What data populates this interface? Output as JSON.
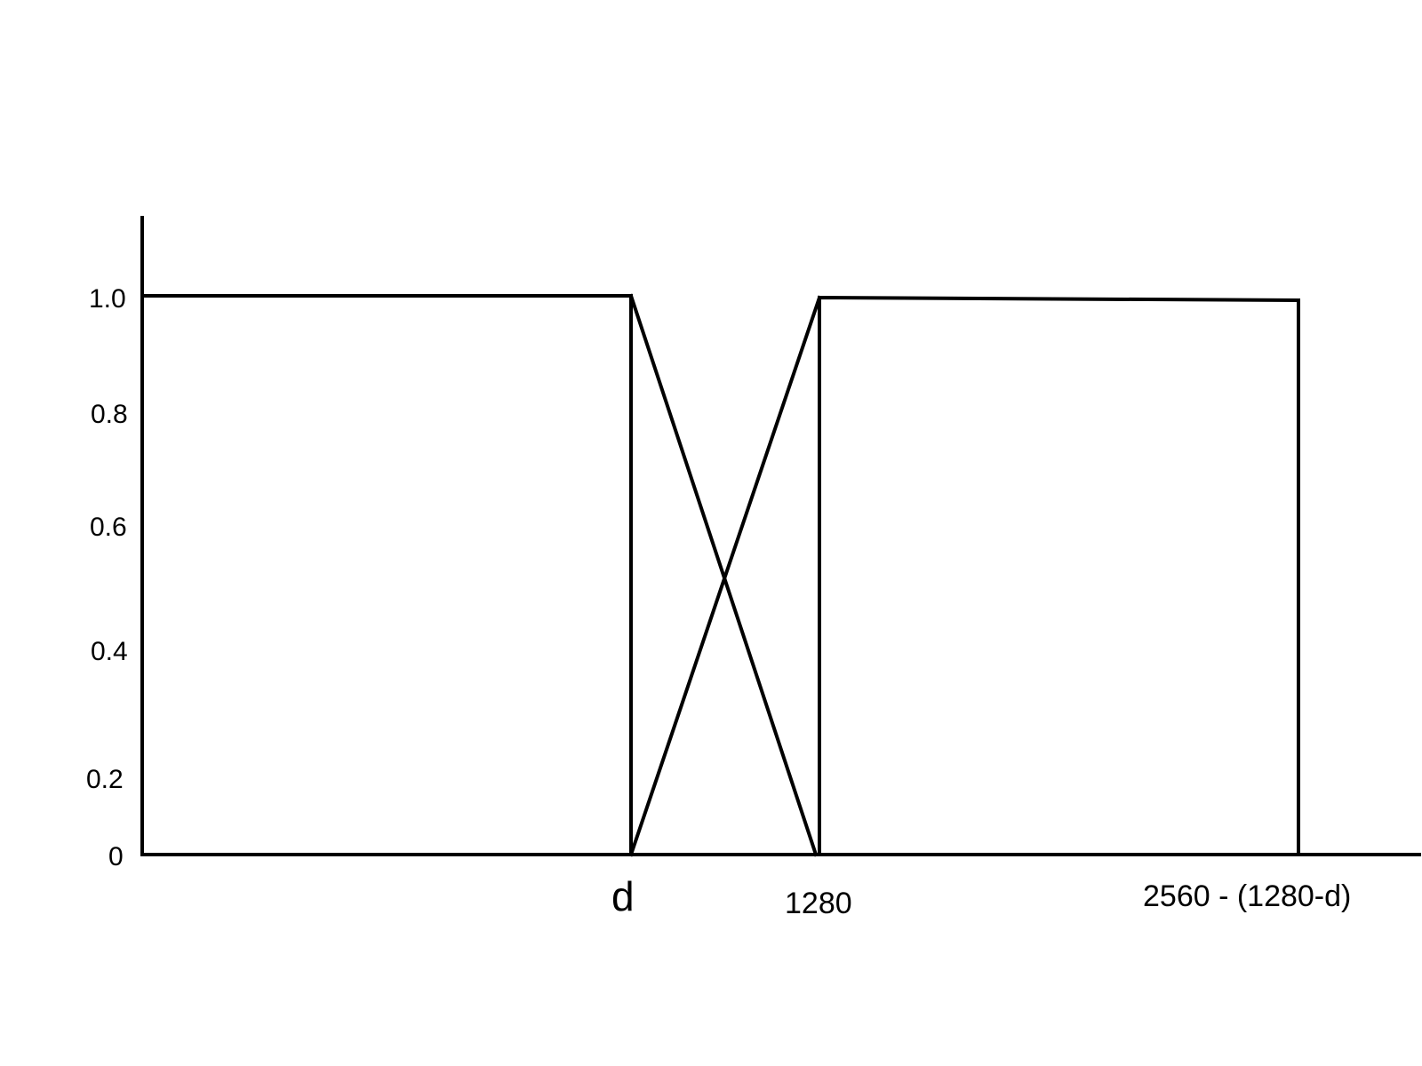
{
  "diagram": {
    "y_ticks": [
      "1.0",
      "0.8",
      "0.6",
      "0.4",
      "0.2",
      "0"
    ],
    "x_labels": {
      "d": "d",
      "mid": "1280",
      "right": "2560 - (1280-d)"
    },
    "line_color": "#000000",
    "background_color": "#ffffff"
  }
}
